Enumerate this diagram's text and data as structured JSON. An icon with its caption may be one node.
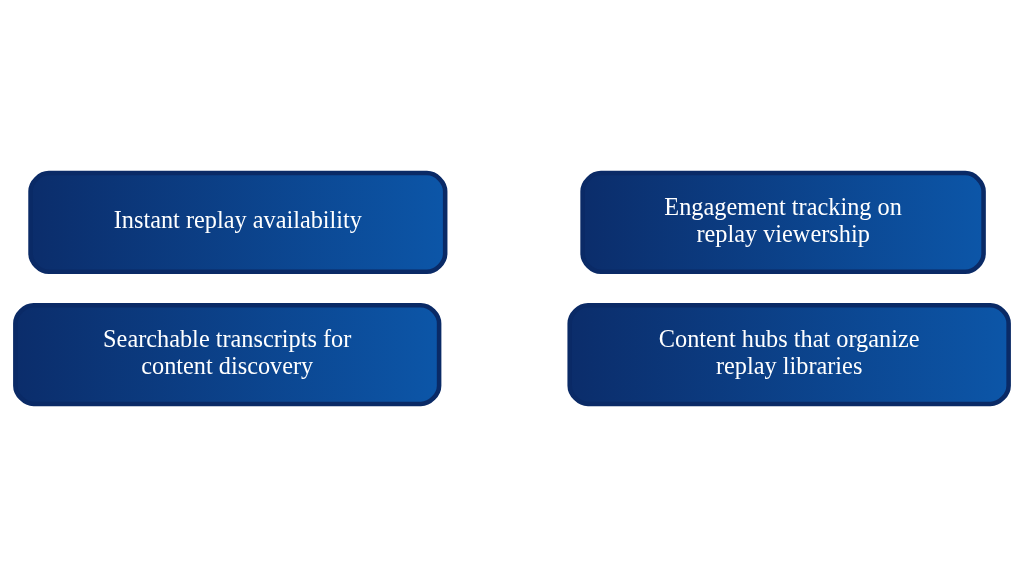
{
  "diagram": {
    "nodes": [
      {
        "text": [
          "Instant replay availability"
        ]
      },
      {
        "text": [
          "Engagement tracking on replay viewership"
        ]
      },
      {
        "text": [
          "Searchable transcripts for content discovery"
        ]
      },
      {
        "text": [
          "Content hubs that organize replay libraries"
        ]
      }
    ]
  }
}
